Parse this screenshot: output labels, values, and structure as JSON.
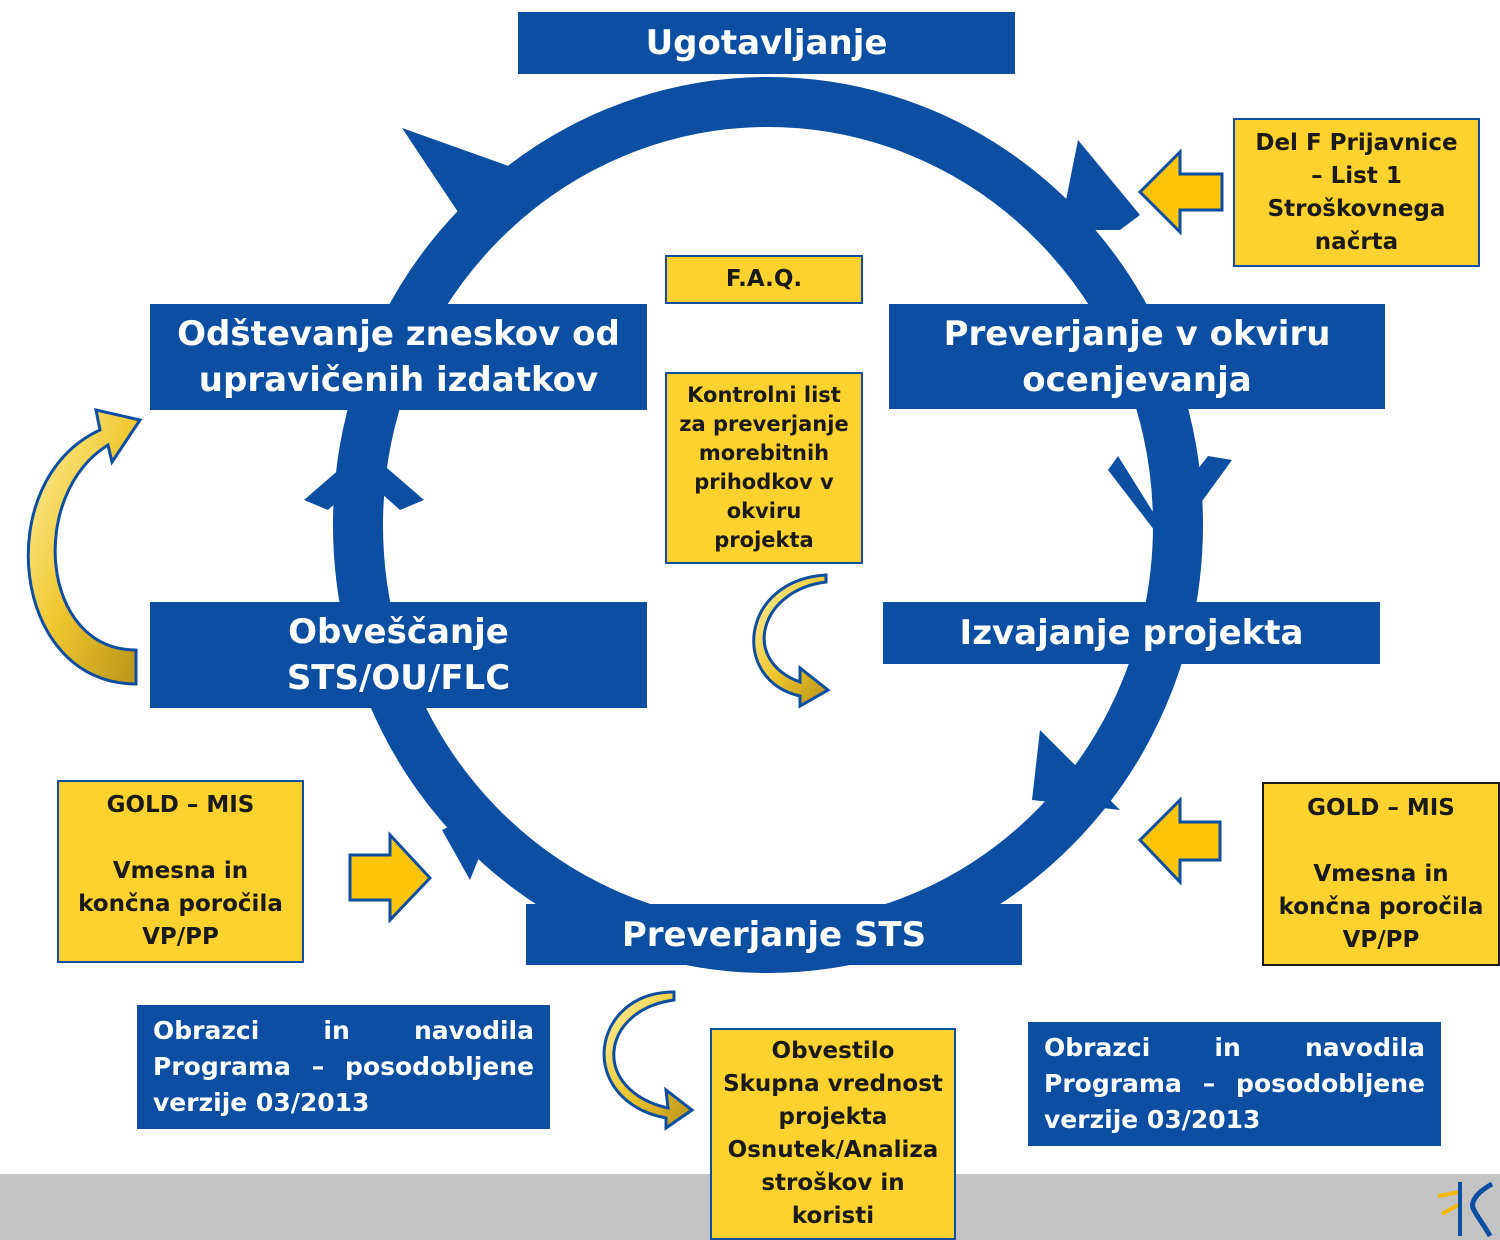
{
  "colors": {
    "primary_blue": "#0b4ea2",
    "accent_yellow": "#fdd12e",
    "arrow_gold": "#d4ae2a",
    "footer_gray": "#c3c3c3"
  },
  "stages": {
    "identification": "Ugotavljanje",
    "assessment_check": "Preverjanje v okviru\nocenjevanja",
    "implementation": "Izvajanje projekta",
    "sts_check": "Preverjanje STS",
    "notification": "Obveščanje\nSTS/OU/FLC",
    "deduction": "Odštevanje zneskov od\nupravičenih izdatkov"
  },
  "notes": {
    "application_part_f": "Del F Prijavnice\n– List 1\nStroškovnega\nnačrta",
    "faq": "F.A.Q.",
    "checklist": "Kontrolni list\nza preverjanje\nmorebitnih\nprihodkov v\nokviru\nprojekta",
    "gold_mis_left": "GOLD – MIS\n\nVmesna in\nkončna poročila\nVP/PP",
    "gold_mis_right": "GOLD – MIS\n\nVmesna in\nkončna poročila\nVP/PP",
    "forms_left": "Obrazci in navodila Programa – posodobljene verzije 03/2013",
    "forms_right": "Obrazci in navodila Programa – posodobljene verzije 03/2013",
    "notice": "Obvestilo\nSkupna vrednost\nprojekta\nOsnutek/Analiza\nstroškov in\nkoristi"
  },
  "icons": {
    "cycle": "circular-cycle-arrows",
    "logo": "program-logo-mark"
  }
}
